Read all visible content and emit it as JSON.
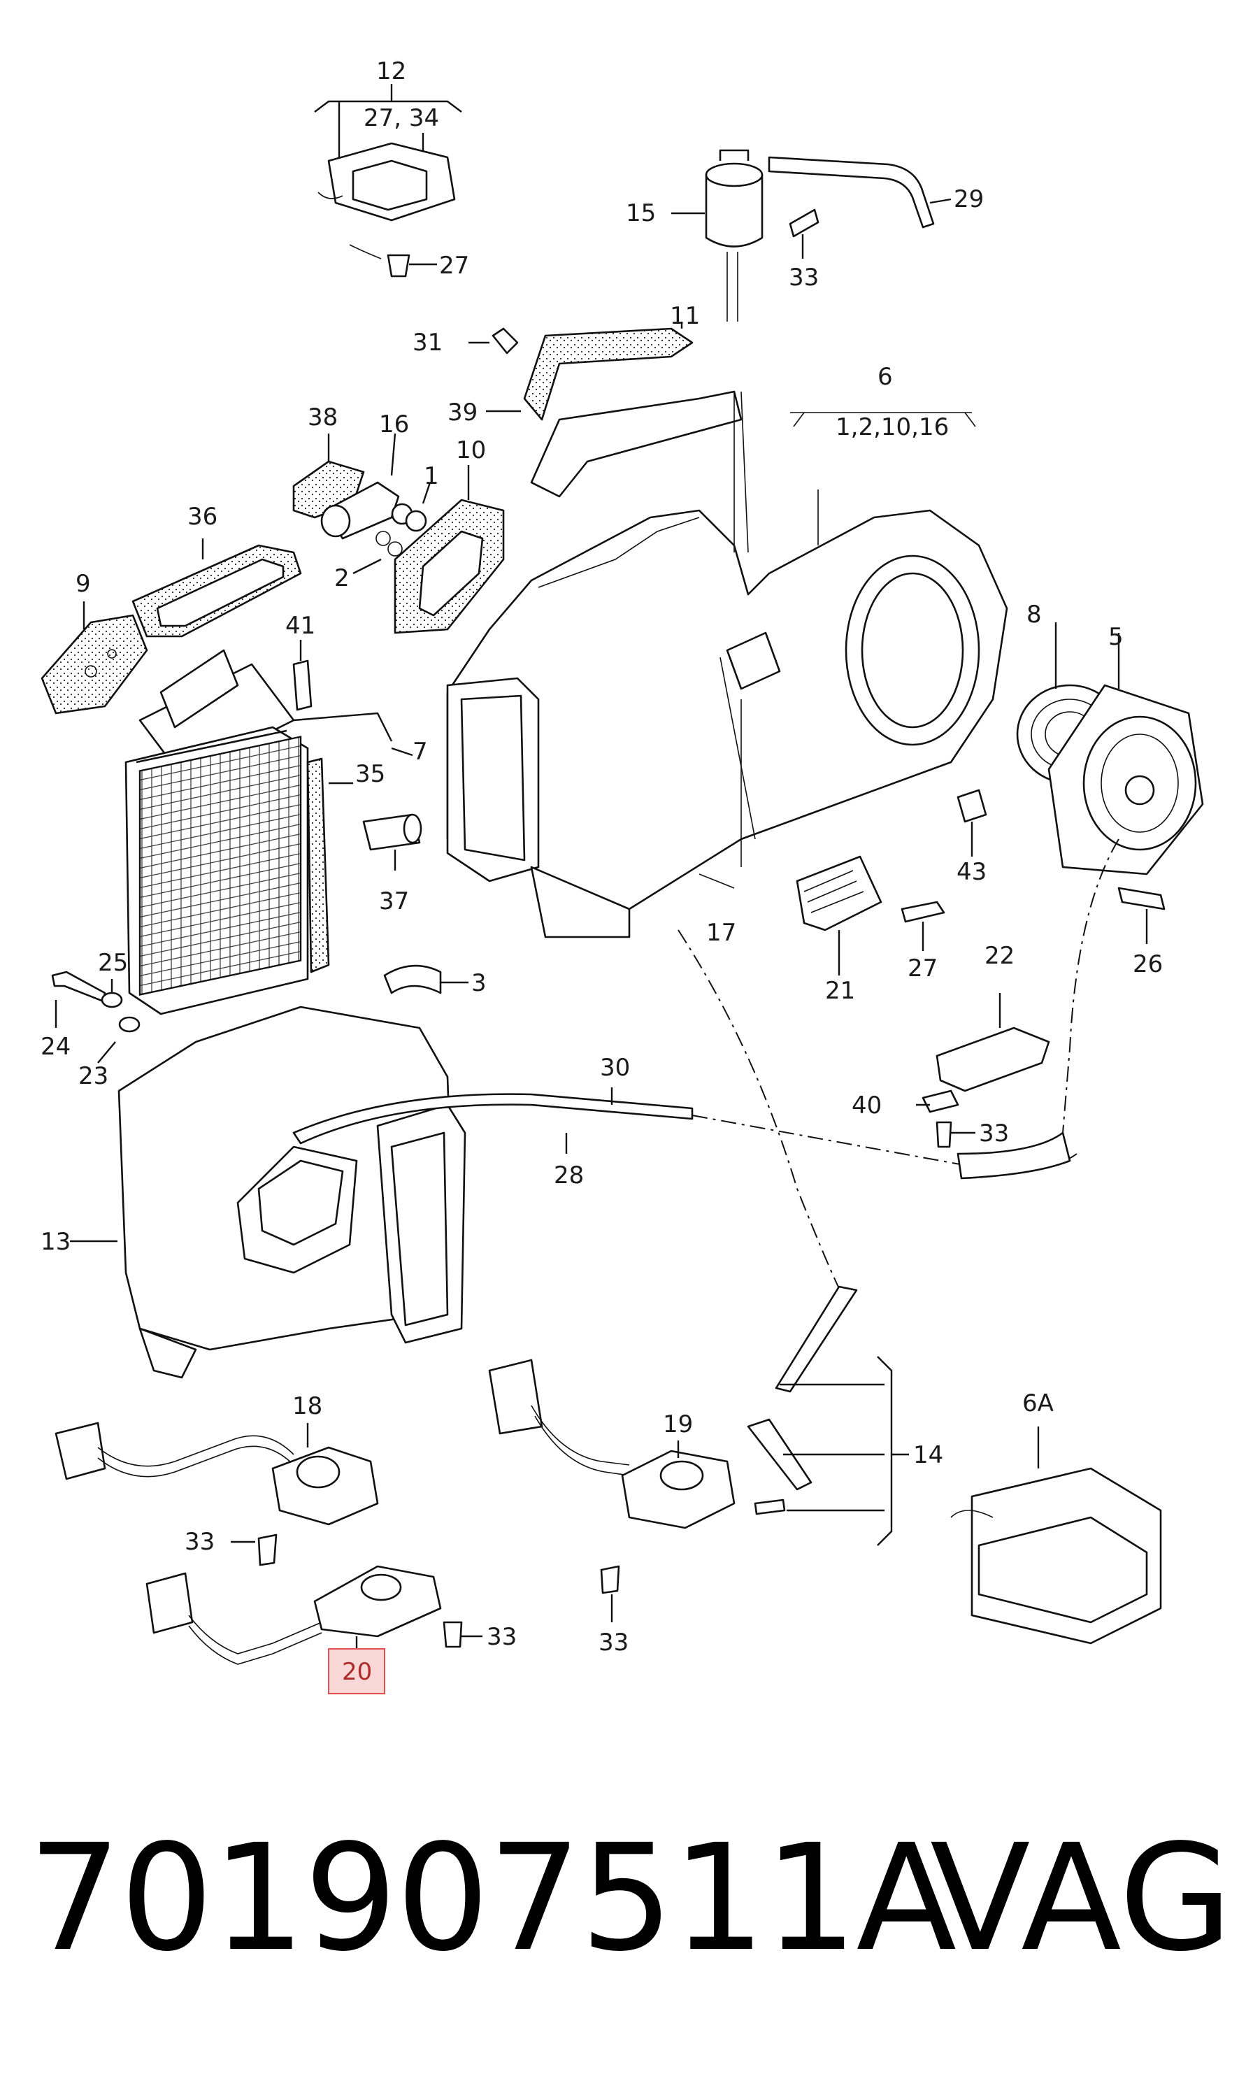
{
  "callouts": {
    "c12": "12",
    "c27_34": "27, 34",
    "c27a": "27",
    "c15": "15",
    "c33a": "33",
    "c29": "29",
    "c31": "31",
    "c11": "11",
    "c6": "6",
    "c6sub": "1,2,10,16",
    "c39": "39",
    "c38": "38",
    "c16": "16",
    "c10": "10",
    "c1": "1",
    "c2": "2",
    "c36": "36",
    "c9": "9",
    "c41": "41",
    "c8": "8",
    "c5": "5",
    "c7": "7",
    "c35": "35",
    "c37": "37",
    "c17": "17",
    "c43": "43",
    "c21": "21",
    "c27b": "27",
    "c26": "26",
    "c25": "25",
    "c24": "24",
    "c23": "23",
    "c3": "3",
    "c22": "22",
    "c30": "30",
    "c40": "40",
    "c33b": "33",
    "c28": "28",
    "c13": "13",
    "c18": "18",
    "c19": "19",
    "c14": "14",
    "c6A": "6A",
    "c33c": "33",
    "c33d": "33",
    "c33e": "33",
    "c20": "20"
  },
  "highlight": {
    "label": "20",
    "color": "#e05050"
  },
  "footer": {
    "part_number": "701907511A",
    "brand": "VAG"
  }
}
